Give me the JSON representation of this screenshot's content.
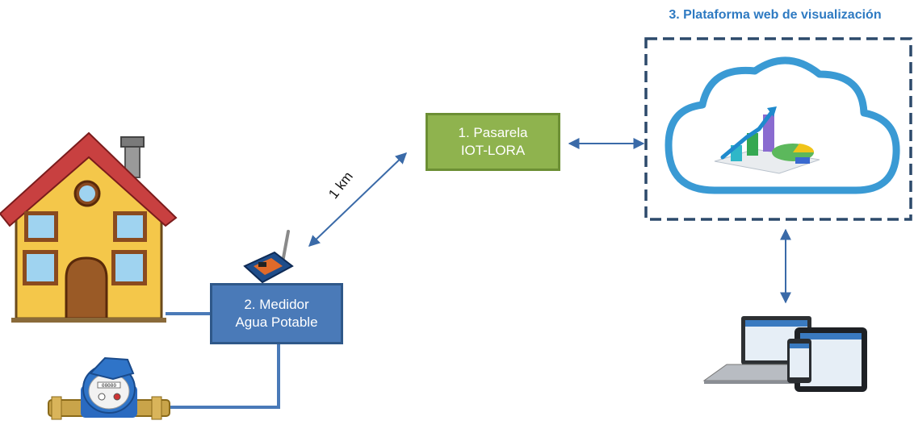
{
  "gateway": {
    "line1": "1. Pasarela",
    "line2": "IOT-LORA"
  },
  "meter": {
    "line1": "2. Medidor",
    "line2": "Agua Potable"
  },
  "platform": {
    "title": "3. Plataforma  web de visualización"
  },
  "link": {
    "distance_label": "1 km"
  },
  "water_meter": {
    "reading": "00000"
  },
  "icons": [
    "house-icon",
    "lora-board-icon",
    "water-meter-icon",
    "cloud-icon",
    "chart-icon",
    "laptop-icon",
    "tablet-icon",
    "phone-icon"
  ],
  "colors": {
    "gateway": "#8fb34e",
    "meter": "#4a7ab8",
    "title": "#2e7ac2",
    "arrow": "#3a6aa8",
    "border": "#2d4a6b",
    "cloud": "#3a9ad4"
  }
}
